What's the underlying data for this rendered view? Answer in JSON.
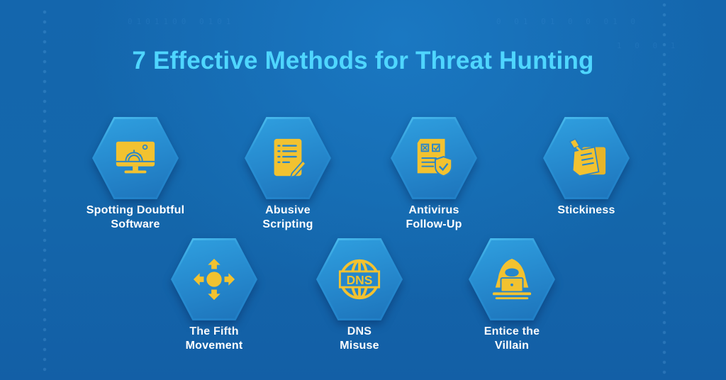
{
  "title": "7 Effective Methods for Threat Hunting",
  "colors": {
    "background": "#1466ad",
    "title": "#4fd6ff",
    "hexagon": "#2587cc",
    "icon": "#f2c230",
    "label": "#ffffff"
  },
  "background_binary": [
    "0101100 0101",
    "0 01 01 0 0 01 0",
    "1 0 0 1"
  ],
  "methods": [
    {
      "icon": "monitor-gear-icon",
      "label_line1": "Spotting Doubtful",
      "label_line2": "Software"
    },
    {
      "icon": "document-pen-icon",
      "label_line1": "Abusive",
      "label_line2": "Scripting"
    },
    {
      "icon": "checklist-shield-icon",
      "label_line1": "Antivirus",
      "label_line2": "Follow-Up"
    },
    {
      "icon": "sticky-note-pin-icon",
      "label_line1": "Stickiness",
      "label_line2": ""
    },
    {
      "icon": "four-arrows-move-icon",
      "label_line1": "The Fifth",
      "label_line2": "Movement"
    },
    {
      "icon": "dns-globe-icon",
      "icon_text": "DNS",
      "label_line1": "DNS",
      "label_line2": "Misuse"
    },
    {
      "icon": "hooded-hacker-laptop-icon",
      "label_line1": "Entice the",
      "label_line2": "Villain"
    }
  ]
}
